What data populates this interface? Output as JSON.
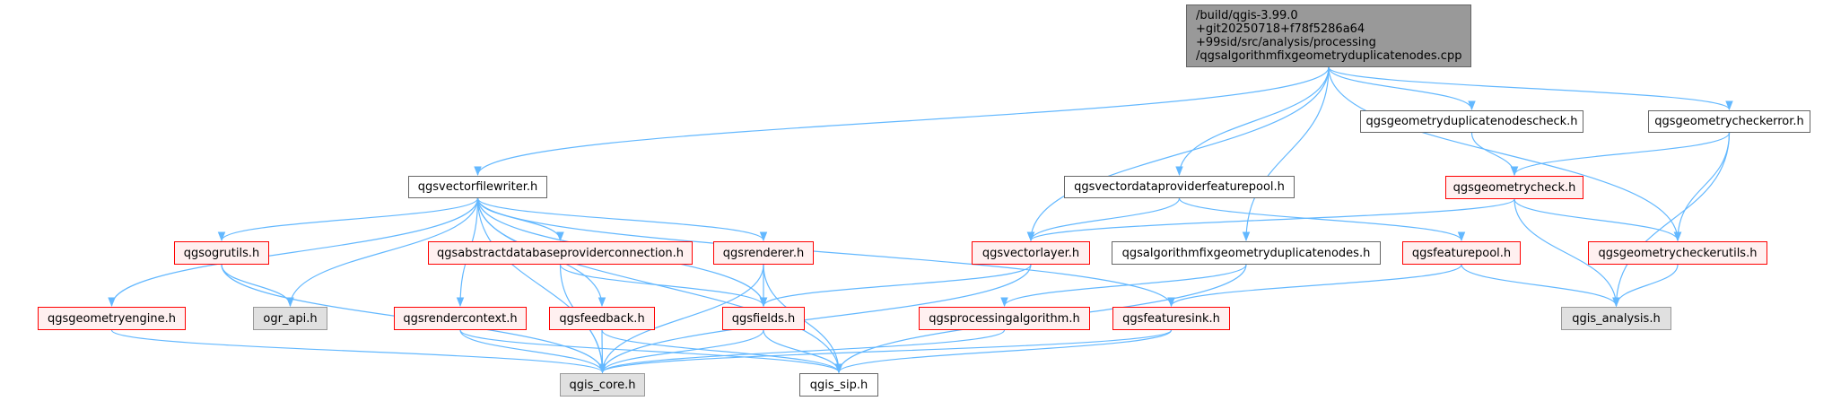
{
  "colors": {
    "edge": "#63b8ff",
    "root_fill": "#999999",
    "missing_border": "#ff0000",
    "missing_fill": "#fff0f0",
    "external_fill": "#e0e0e0"
  },
  "nodes": [
    {
      "id": "root",
      "label": "/build/qgis-3.99.0\n+git20250718+f78f5286a64\n+99sid/src/analysis/processing\n/qgsalgorithmfixgeometryduplicatenodes.cpp",
      "style": "root"
    },
    {
      "id": "vfw",
      "label": "qgsvectorfilewriter.h",
      "style": "plain"
    },
    {
      "id": "vdpfp",
      "label": "qgsvectordataproviderfeaturepool.h",
      "style": "plain"
    },
    {
      "id": "dupcheck",
      "label": "qgsgeometryduplicatenodescheck.h",
      "style": "plain"
    },
    {
      "id": "checkerror",
      "label": "qgsgeometrycheckerror.h",
      "style": "plain"
    },
    {
      "id": "geomcheck",
      "label": "qgsgeometrycheck.h",
      "style": "red"
    },
    {
      "id": "ogrutils",
      "label": "qgsogrutils.h",
      "style": "red"
    },
    {
      "id": "absdb",
      "label": "qgsabstractdatabaseproviderconnection.h",
      "style": "red"
    },
    {
      "id": "renderer",
      "label": "qgsrenderer.h",
      "style": "red"
    },
    {
      "id": "vlayer",
      "label": "qgsvectorlayer.h",
      "style": "red"
    },
    {
      "id": "algfix",
      "label": "qgsalgorithmfixgeometryduplicatenodes.h",
      "style": "plain"
    },
    {
      "id": "featpool",
      "label": "qgsfeaturepool.h",
      "style": "red"
    },
    {
      "id": "checkerutils",
      "label": "qgsgeometrycheckerutils.h",
      "style": "red"
    },
    {
      "id": "geomengine",
      "label": "qgsgeometryengine.h",
      "style": "red"
    },
    {
      "id": "ograpi",
      "label": "ogr_api.h",
      "style": "gray"
    },
    {
      "id": "rendercontext",
      "label": "qgsrendercontext.h",
      "style": "red"
    },
    {
      "id": "feedback",
      "label": "qgsfeedback.h",
      "style": "red"
    },
    {
      "id": "fields",
      "label": "qgsfields.h",
      "style": "red"
    },
    {
      "id": "procalg",
      "label": "qgsprocessingalgorithm.h",
      "style": "red"
    },
    {
      "id": "featsink",
      "label": "qgsfeaturesink.h",
      "style": "red"
    },
    {
      "id": "analysis",
      "label": "qgis_analysis.h",
      "style": "gray"
    },
    {
      "id": "core",
      "label": "qgis_core.h",
      "style": "gray"
    },
    {
      "id": "sip",
      "label": "qgis_sip.h",
      "style": "plain"
    }
  ],
  "edges": [
    [
      "root",
      "vfw"
    ],
    [
      "root",
      "vlayer"
    ],
    [
      "root",
      "vdpfp"
    ],
    [
      "root",
      "algfix"
    ],
    [
      "root",
      "dupcheck"
    ],
    [
      "root",
      "checkerror"
    ],
    [
      "root",
      "checkerutils"
    ],
    [
      "dupcheck",
      "geomcheck"
    ],
    [
      "checkerror",
      "geomcheck"
    ],
    [
      "checkerror",
      "checkerutils"
    ],
    [
      "checkerror",
      "analysis"
    ],
    [
      "geomcheck",
      "vlayer"
    ],
    [
      "geomcheck",
      "checkerutils"
    ],
    [
      "geomcheck",
      "analysis"
    ],
    [
      "vdpfp",
      "vlayer"
    ],
    [
      "vdpfp",
      "featpool"
    ],
    [
      "vlayer",
      "fields"
    ],
    [
      "vlayer",
      "core"
    ],
    [
      "algfix",
      "procalg"
    ],
    [
      "algfix",
      "sip"
    ],
    [
      "featpool",
      "featsink"
    ],
    [
      "featpool",
      "analysis"
    ],
    [
      "checkerutils",
      "analysis"
    ],
    [
      "vfw",
      "core"
    ],
    [
      "vfw",
      "geomengine"
    ],
    [
      "vfw",
      "ogrutils"
    ],
    [
      "vfw",
      "ograpi"
    ],
    [
      "vfw",
      "rendercontext"
    ],
    [
      "vfw",
      "feedback"
    ],
    [
      "vfw",
      "absdb"
    ],
    [
      "vfw",
      "renderer"
    ],
    [
      "vfw",
      "fields"
    ],
    [
      "vfw",
      "featsink"
    ],
    [
      "vfw",
      "sip"
    ],
    [
      "ogrutils",
      "ograpi"
    ],
    [
      "ogrutils",
      "core"
    ],
    [
      "absdb",
      "core"
    ],
    [
      "absdb",
      "fields"
    ],
    [
      "renderer",
      "fields"
    ],
    [
      "renderer",
      "core"
    ],
    [
      "renderer",
      "sip"
    ],
    [
      "geomengine",
      "core"
    ],
    [
      "rendercontext",
      "core"
    ],
    [
      "rendercontext",
      "sip"
    ],
    [
      "feedback",
      "core"
    ],
    [
      "feedback",
      "sip"
    ],
    [
      "fields",
      "core"
    ],
    [
      "fields",
      "sip"
    ],
    [
      "procalg",
      "core"
    ],
    [
      "featsink",
      "core"
    ],
    [
      "featsink",
      "sip"
    ]
  ]
}
